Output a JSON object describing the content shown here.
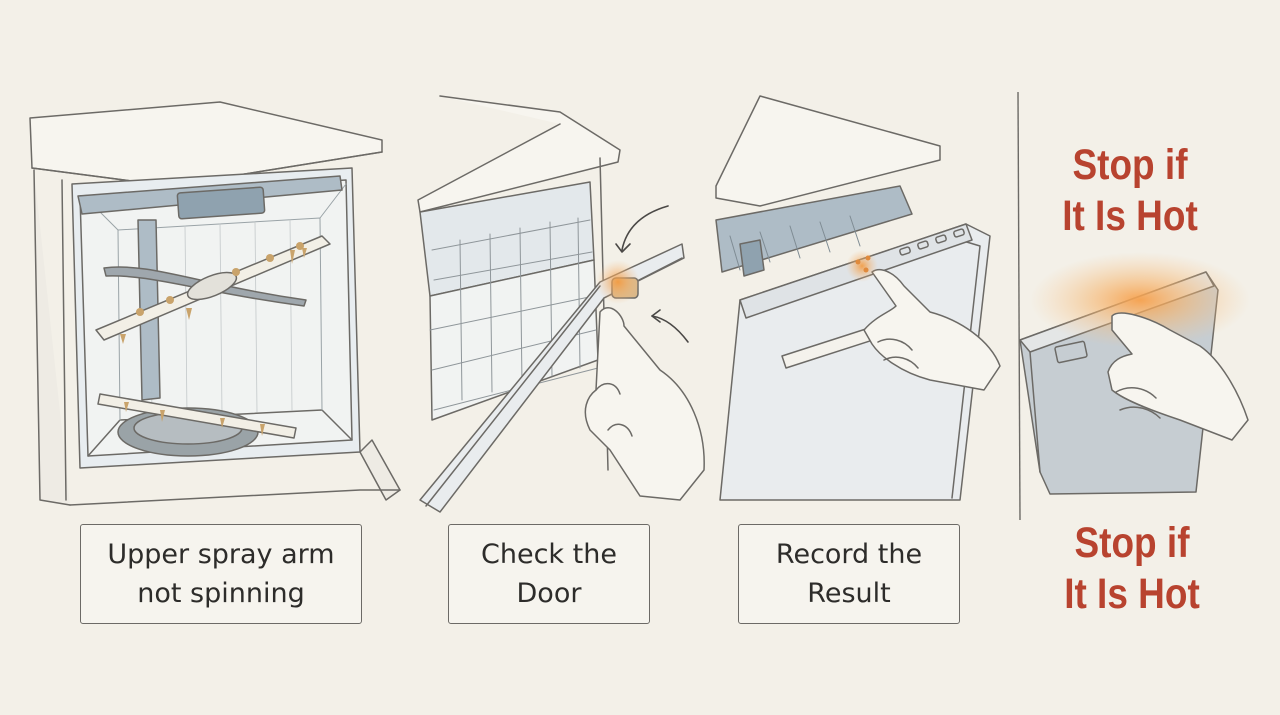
{
  "panels": [
    {
      "caption": "Upper spray arm\nnot spinning"
    },
    {
      "caption": "Check the\nDoor"
    },
    {
      "caption": "Record the\nResult"
    }
  ],
  "warning": {
    "top_text": "Stop if\nIt Is Hot",
    "bottom_text": "Stop if\nIt Is Hot"
  },
  "colors": {
    "background": "#f3f0e8",
    "ink": "#6c6a66",
    "warning_red": "#b8432f",
    "steel_blue": "#aebcc6",
    "heat_orange": "#f0a257",
    "debris": "#c9a36b"
  }
}
